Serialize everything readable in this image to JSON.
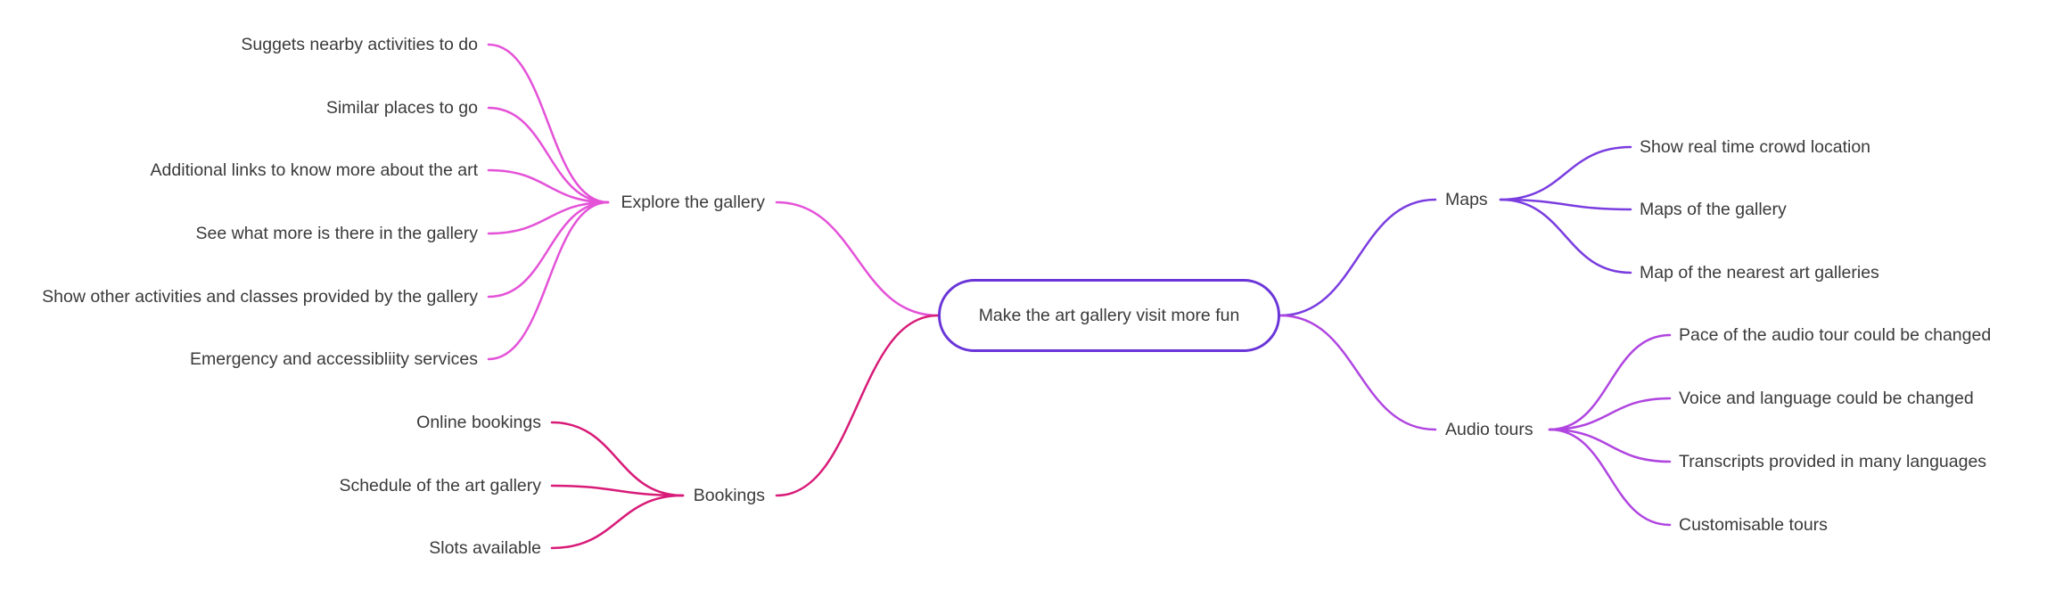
{
  "root": {
    "label": "Make the art gallery visit more fun"
  },
  "colors": {
    "root": "#6a35d8",
    "explore": "#e452d8",
    "bookings": "#d81b78",
    "maps": "#7a3de0",
    "audio": "#b045e0"
  },
  "branches": {
    "explore": {
      "label": "Explore the gallery",
      "children": [
        "Suggets nearby activities to do",
        "Similar places to go",
        "Additional links to know more about the art",
        "See what more is there in the gallery",
        "Show other activities and classes provided by the gallery",
        "Emergency and accessibliity services"
      ]
    },
    "bookings": {
      "label": "Bookings",
      "children": [
        "Online bookings",
        "Schedule of the art gallery",
        "Slots available"
      ]
    },
    "maps": {
      "label": "Maps",
      "children": [
        "Show real time crowd location",
        "Maps of the gallery",
        "Map of the nearest art galleries"
      ]
    },
    "audio": {
      "label": "Audio tours",
      "children": [
        "Pace of the audio tour could be changed",
        "Voice and language could be changed",
        "Transcripts provided in many languages",
        "Customisable tours"
      ]
    }
  }
}
